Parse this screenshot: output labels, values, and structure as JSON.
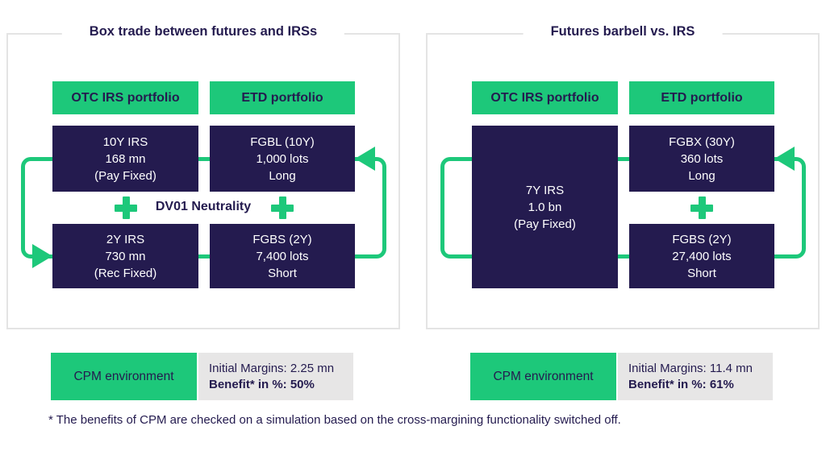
{
  "colors": {
    "accent_green": "#1DC87A",
    "dark_navy": "#241B4F",
    "info_box_gray": "#E7E6E6",
    "panel_border_gray": "#E4E4E4"
  },
  "panels": [
    {
      "title": "Box trade between futures and IRSs",
      "otc_header": "OTC IRS portfolio",
      "etd_header": "ETD portfolio",
      "otc_top": [
        "10Y IRS",
        "168 mn",
        "(Pay Fixed)"
      ],
      "etd_top": [
        "FGBL (10Y)",
        "1,000 lots",
        "Long"
      ],
      "otc_bottom": [
        "2Y IRS",
        "730 mn",
        "(Rec Fixed)"
      ],
      "etd_bottom": [
        "FGBS (2Y)",
        "7,400 lots",
        "Short"
      ],
      "center_label": "DV01 Neutrality",
      "cpm_label": "CPM environment",
      "initial_margins": "Initial Margins: 2.25 mn",
      "benefit": "Benefit* in %: 50%"
    },
    {
      "title": "Futures barbell vs. IRS",
      "otc_header": "OTC IRS portfolio",
      "etd_header": "ETD portfolio",
      "otc_full": [
        "7Y IRS",
        "1.0 bn",
        "(Pay Fixed)"
      ],
      "etd_top": [
        "FGBX (30Y)",
        "360 lots",
        "Long"
      ],
      "etd_bottom": [
        "FGBS (2Y)",
        "27,400 lots",
        "Short"
      ],
      "cpm_label": "CPM environment",
      "initial_margins": "Initial Margins: 11.4 mn",
      "benefit": "Benefit* in %: 61%"
    }
  ],
  "footnote": "* The benefits of CPM are checked on a simulation based on the cross-margining functionality switched off."
}
